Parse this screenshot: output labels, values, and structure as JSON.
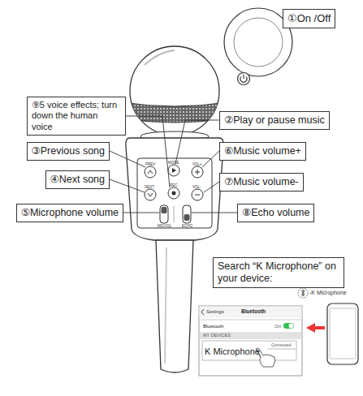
{
  "diagram": {
    "nodes": [
      {
        "text": [
          "①On /Off"
        ]
      },
      {
        "text": [
          "⑨5 voice effects; turn down the human voice"
        ]
      },
      {
        "text": [
          "②Play or pause music"
        ]
      },
      {
        "text": [
          "③Previous song"
        ]
      },
      {
        "text": [
          "⑥Music volume+"
        ]
      },
      {
        "text": [
          "④Next song"
        ]
      },
      {
        "text": [
          "⑦Music volume-"
        ]
      },
      {
        "text": [
          "⑤Microphone volume"
        ]
      },
      {
        "text": [
          "⑧Echo volume"
        ]
      },
      {
        "text": [
          "Search “K Microphone” on your device:"
        ]
      }
    ],
    "labels": [
      "PREV",
      "MODE",
      "VOL+",
      "NEXT",
      "REC",
      "VOL-",
      "MICVOL",
      "ECHO",
      "-K Microphone",
      "Settings",
      "Bluetooth",
      "Bluetooth",
      "On",
      "MY DEVICES",
      "K Microphone",
      "Connected"
    ]
  }
}
